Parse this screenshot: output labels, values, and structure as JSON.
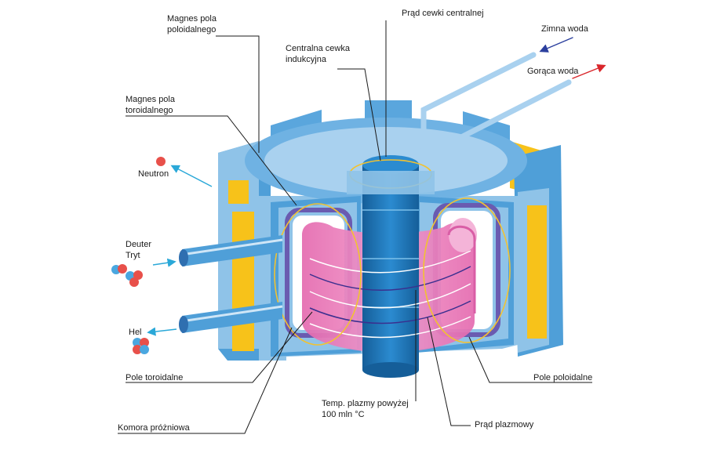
{
  "labels": {
    "magnes_poloidalny_1": "Magnes pola",
    "magnes_poloidalny_2": "poloidalnego",
    "prad_cewki": "Prąd cewki centralnej",
    "centralna_cewka_1": "Centralna cewka",
    "centralna_cewka_2": "indukcyjna",
    "zimna_woda": "Zimna woda",
    "goraca_woda": "Gorąca woda",
    "magnes_toroidalny_1": "Magnes pola",
    "magnes_toroidalny_2": "toroidalnego",
    "neutron": "Neutron",
    "deuter": "Deuter",
    "tryt": "Tryt",
    "hel": "Hel",
    "pole_toroidalne": "Pole toroidalne",
    "komora": "Komora próżniowa",
    "temp_1": "Temp. plazmy powyżej",
    "temp_2": "100 mln °C",
    "prad_plazmowy": "Prąd plazmowy",
    "pole_poloidalne": "Pole poloidalne"
  },
  "colors": {
    "steel_light": "#8fc3e8",
    "steel_mid": "#4f9fd8",
    "steel_dark": "#2f6fb0",
    "coil_yellow": "#f7c21a",
    "plasma_pink": "#e979b8",
    "plasma_light": "#f4b4d8",
    "chamber_purple": "#6a5bb0",
    "central_blue": "#1f78b8",
    "field_yellow": "#f2c230",
    "cold_arrow": "#2b3f9e",
    "hot_arrow": "#d9262b",
    "neutron_red": "#e8504a",
    "proton_blue": "#4aa7e0",
    "leader_line": "#1a1a1a"
  }
}
